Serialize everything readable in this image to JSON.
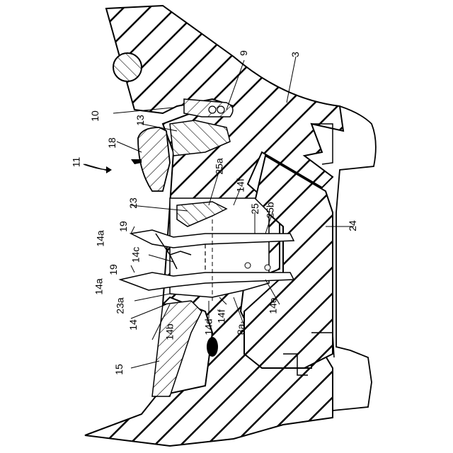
{
  "labels": {
    "l3": "3",
    "l9": "9",
    "l10": "10",
    "l11": "11",
    "l13": "13",
    "l14": "14",
    "l14a_top": "14a",
    "l14a_bottom": "14a",
    "l14b": "14b",
    "l14c": "14c",
    "l14d": "14d",
    "l14e": "14e",
    "l14f_top": "14f",
    "l14f_bottom": "14f",
    "l15": "15",
    "l18": "18",
    "l19_top": "19",
    "l19_bottom": "19",
    "l23": "23",
    "l23a": "23a",
    "l24": "24",
    "l25": "25",
    "l25a": "25a",
    "l25b": "25b",
    "l8a": "8a₁"
  }
}
